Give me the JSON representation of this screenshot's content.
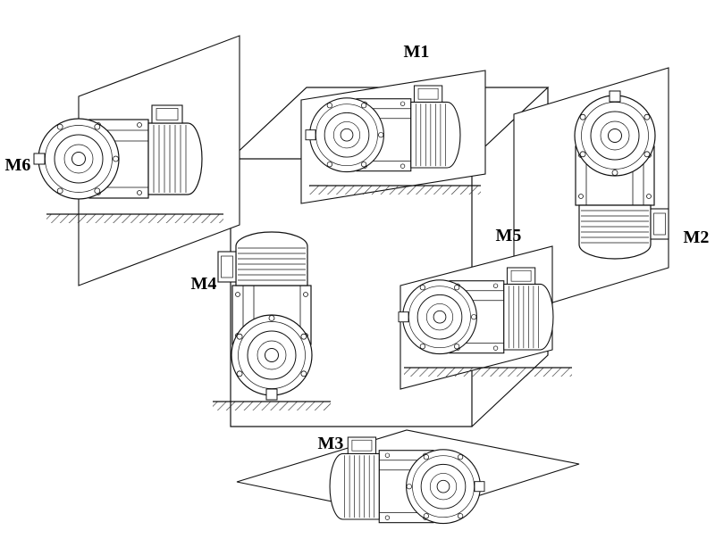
{
  "diagram": {
    "kind": "gearmotor-mounting-positions",
    "labels": {
      "m1": "M1",
      "m2": "M2",
      "m3": "M3",
      "m4": "M4",
      "m5": "M5",
      "m6": "M6"
    },
    "colors": {
      "line": "#111111",
      "background": "#ffffff"
    }
  }
}
